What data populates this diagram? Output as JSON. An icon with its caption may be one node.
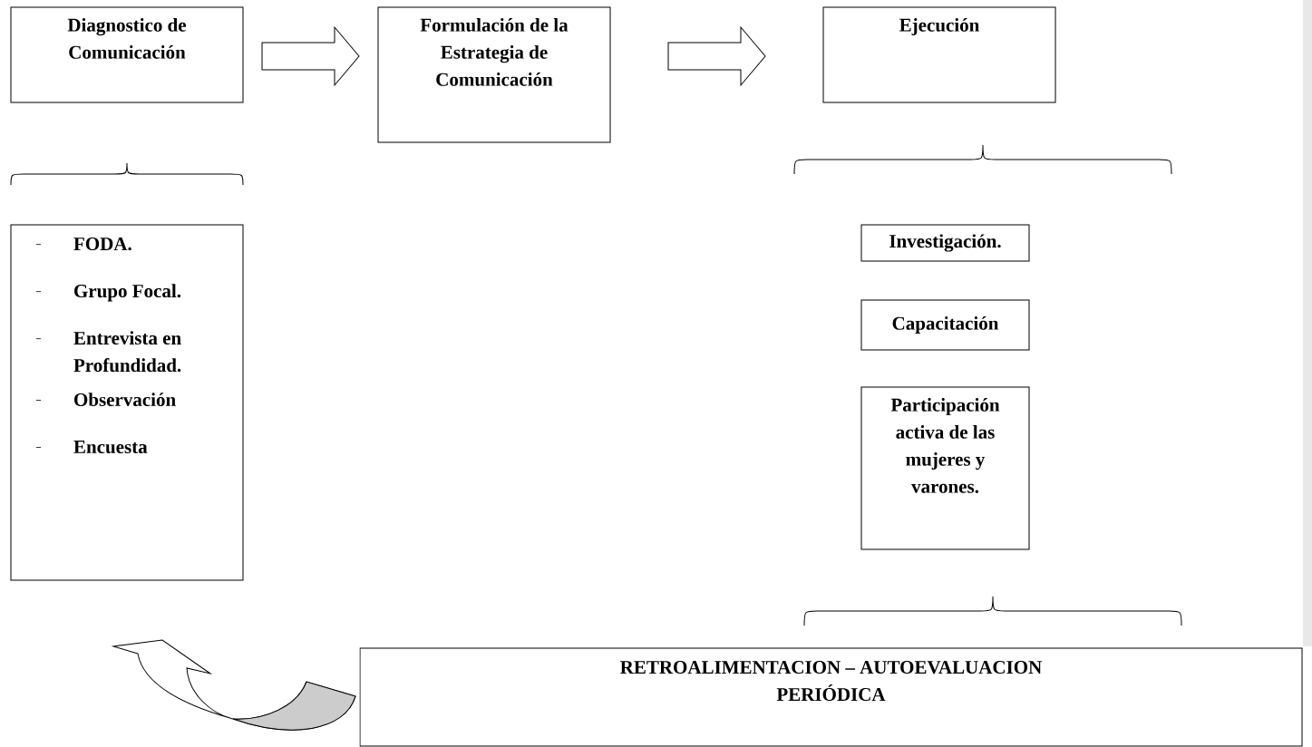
{
  "diagram": {
    "nodes": [
      {
        "text": [
          "Diagnostico de Comunicación"
        ]
      },
      {
        "text": [
          "Formulación de la Estrategia de Comunicación"
        ]
      },
      {
        "text": [
          "Ejecución"
        ]
      },
      {
        "text": [
          "FODA.",
          "Grupo Focal.",
          "Entrevista en Profundidad.",
          "Observación",
          "Encuesta"
        ]
      },
      {
        "text": [
          "Investigación."
        ]
      },
      {
        "text": [
          "Capacitación"
        ]
      },
      {
        "text": [
          "Participación activa de las mujeres y varones."
        ]
      },
      {
        "text": [
          "RETROALIMENTACION – AUTOEVALUACION PERIÓDICA"
        ]
      }
    ],
    "edges": [
      {
        "from": 0,
        "to": 1,
        "arrow": "to"
      },
      {
        "from": 1,
        "to": 2,
        "arrow": "to"
      },
      {
        "from": 7,
        "to": 3,
        "arrow": "to"
      }
    ]
  }
}
